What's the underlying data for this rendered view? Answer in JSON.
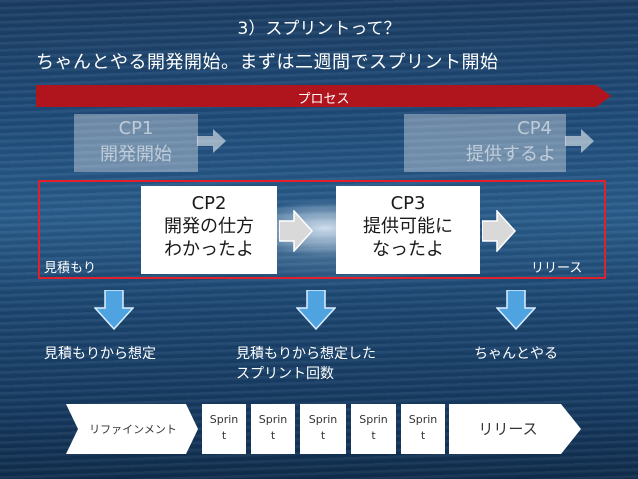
{
  "slide": {
    "title": "3）スプリントって？",
    "subtitle": "ちゃんとやる開発開始。まずは二週間でスプリント開始"
  },
  "process": {
    "label": "プロセス"
  },
  "checkpoints": {
    "cp1": {
      "code": "CP1",
      "text": "開発開始"
    },
    "cp4": {
      "code": "CP4",
      "text": "提供するよ"
    },
    "cp2": {
      "code": "CP2",
      "line1": "開発の仕方",
      "line2": "わかったよ"
    },
    "cp3": {
      "code": "CP3",
      "line1": "提供可能に",
      "line2": "なったよ"
    }
  },
  "frame": {
    "left_label": "見積もり",
    "right_label": "リリース"
  },
  "outcomes": {
    "left": "見積もりから想定",
    "middle_line1": "見積もりから想定した",
    "middle_line2": "スプリント回数",
    "right": "ちゃんとやる"
  },
  "bottom_flow": {
    "refinement": "リファインメント",
    "sprints": [
      {
        "line1": "Sprin",
        "line2": "t"
      },
      {
        "line1": "Sprin",
        "line2": "t"
      },
      {
        "line1": "Sprin",
        "line2": "t"
      },
      {
        "line1": "Sprin",
        "line2": "t"
      },
      {
        "line1": "Sprin",
        "line2": "t"
      }
    ],
    "release": "リリース"
  },
  "colors": {
    "process_bar": "#b0151d",
    "frame": "#e0202a",
    "arrow_blue": "#4fa3e0"
  }
}
